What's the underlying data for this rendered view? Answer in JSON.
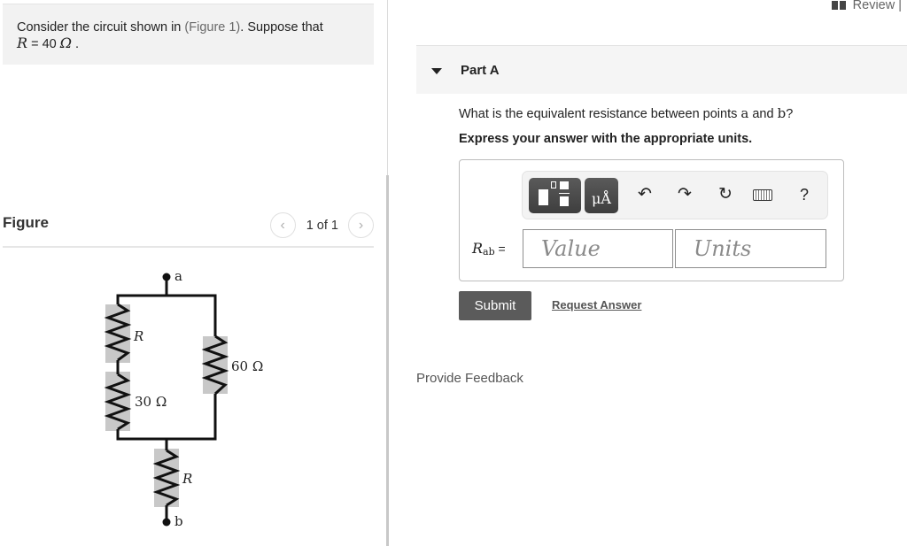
{
  "problem": {
    "text_before_link": "Consider the circuit shown in ",
    "figure_link": "(Figure 1)",
    "text_after_link": ". Suppose that",
    "variable": "R",
    "equals_value": " = 40 ",
    "unit_symbol": "Ω",
    "trailing": " ."
  },
  "figure_panel": {
    "title": "Figure",
    "prev_icon": "‹",
    "next_icon": "›",
    "counter": "1 of 1"
  },
  "circuit": {
    "node_top": "a",
    "node_bottom": "b",
    "resistors": [
      {
        "label": "R",
        "position": "left-upper"
      },
      {
        "label": "30 Ω",
        "position": "left-lower"
      },
      {
        "label": "60 Ω",
        "position": "right"
      },
      {
        "label": "R",
        "position": "bottom-series"
      }
    ]
  },
  "header": {
    "review_label": "Review |",
    "review_icon": "book-icon"
  },
  "part": {
    "title": "Part A",
    "question_prefix": "What is the equivalent resistance between points ",
    "point_a": "a",
    "question_mid": " and ",
    "point_b": "b",
    "question_suffix": "?",
    "instruction": "Express your answer with the appropriate units."
  },
  "toolbar": {
    "templates_icon": "fraction-templates-icon",
    "units_label": "μÅ",
    "undo_icon": "↶",
    "redo_icon": "↷",
    "reset_icon": "↻",
    "keyboard_icon": "keyboard-icon",
    "help_label": "?"
  },
  "answer": {
    "label_var": "R",
    "label_sub": "ab",
    "label_eq": " =",
    "value_placeholder": "Value",
    "units_placeholder": "Units"
  },
  "actions": {
    "submit_label": "Submit",
    "request_label": "Request Answer",
    "feedback_label": "Provide Feedback"
  }
}
